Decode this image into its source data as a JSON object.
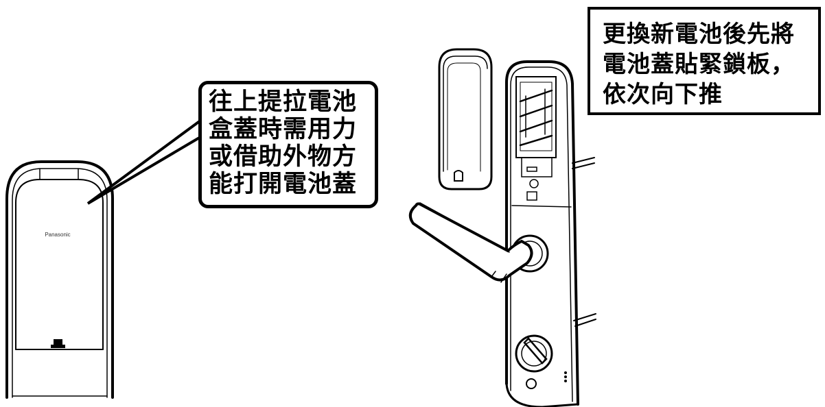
{
  "brand": "Panasonic",
  "callouts": {
    "lift_cover": {
      "lines": [
        "往上提拉電池",
        "盒蓋時需用力",
        "或借助外物方",
        "能打開電池蓋"
      ]
    },
    "replace_battery": {
      "lines": [
        "更換新電池後先將",
        "電池蓋貼緊鎖板，",
        "依次向下推"
      ]
    }
  }
}
